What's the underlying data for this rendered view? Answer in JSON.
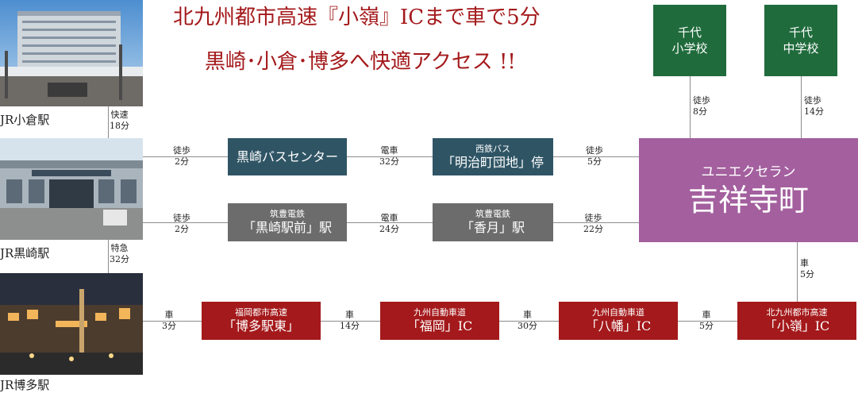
{
  "headline": {
    "line1": "北九州都市高速『小嶺』ICまで車で5分",
    "line2": "黒崎･小倉･博多へ快適アクセス !!"
  },
  "stations": {
    "kokura": "JR小倉駅",
    "kurosaki": "JR黒崎駅",
    "hakata": "JR博多駅"
  },
  "destination": {
    "name_small": "ユニエクセラン",
    "name_big": "吉祥寺町"
  },
  "schools": {
    "elementary": {
      "line1": "千代",
      "line2": "小学校",
      "mode": "徒歩",
      "time": "8分"
    },
    "junior": {
      "line1": "千代",
      "line2": "中学校",
      "mode": "徒歩",
      "time": "14分"
    }
  },
  "connections": {
    "kokura_kurosaki": {
      "mode": "快速",
      "time": "18分"
    },
    "kurosaki_hakata": {
      "mode": "特急",
      "time": "32分"
    }
  },
  "route_bus": {
    "seg1": {
      "mode": "徒歩",
      "time": "2分"
    },
    "stop1": {
      "name": "黒崎バスセンター"
    },
    "seg2": {
      "mode": "電車",
      "time": "32分"
    },
    "stop2": {
      "small": "西鉄バス",
      "big": "「明治町団地」停"
    },
    "seg3": {
      "mode": "徒歩",
      "time": "5分"
    }
  },
  "route_rail": {
    "seg1": {
      "mode": "徒歩",
      "time": "2分"
    },
    "stop1": {
      "small": "筑豊電鉄",
      "big": "「黒崎駅前」駅"
    },
    "seg2": {
      "mode": "電車",
      "time": "24分"
    },
    "stop2": {
      "small": "筑豊電鉄",
      "big": "「香月」駅"
    },
    "seg3": {
      "mode": "徒歩",
      "time": "22分"
    }
  },
  "route_car": {
    "seg1": {
      "mode": "車",
      "time": "3分"
    },
    "stop1": {
      "small": "福岡都市高速",
      "big": "「博多駅東」"
    },
    "seg2": {
      "mode": "車",
      "time": "14分"
    },
    "stop2": {
      "small": "九州自動車道",
      "big": "「福岡」IC"
    },
    "seg3": {
      "mode": "車",
      "time": "30分"
    },
    "stop3": {
      "small": "九州自動車道",
      "big": "「八幡」IC"
    },
    "seg4": {
      "mode": "車",
      "time": "5分"
    },
    "stop4": {
      "small": "北九州都市高速",
      "big": "「小嶺」IC"
    },
    "seg5": {
      "mode": "車",
      "time": "5分"
    }
  },
  "colors": {
    "headline": "#a4191b",
    "school_green": "#1f6b3c",
    "bus_teal": "#2f5565",
    "rail_gray": "#6c6c6c",
    "car_red": "#a4191b",
    "destination_purple": "#a35f9e"
  }
}
